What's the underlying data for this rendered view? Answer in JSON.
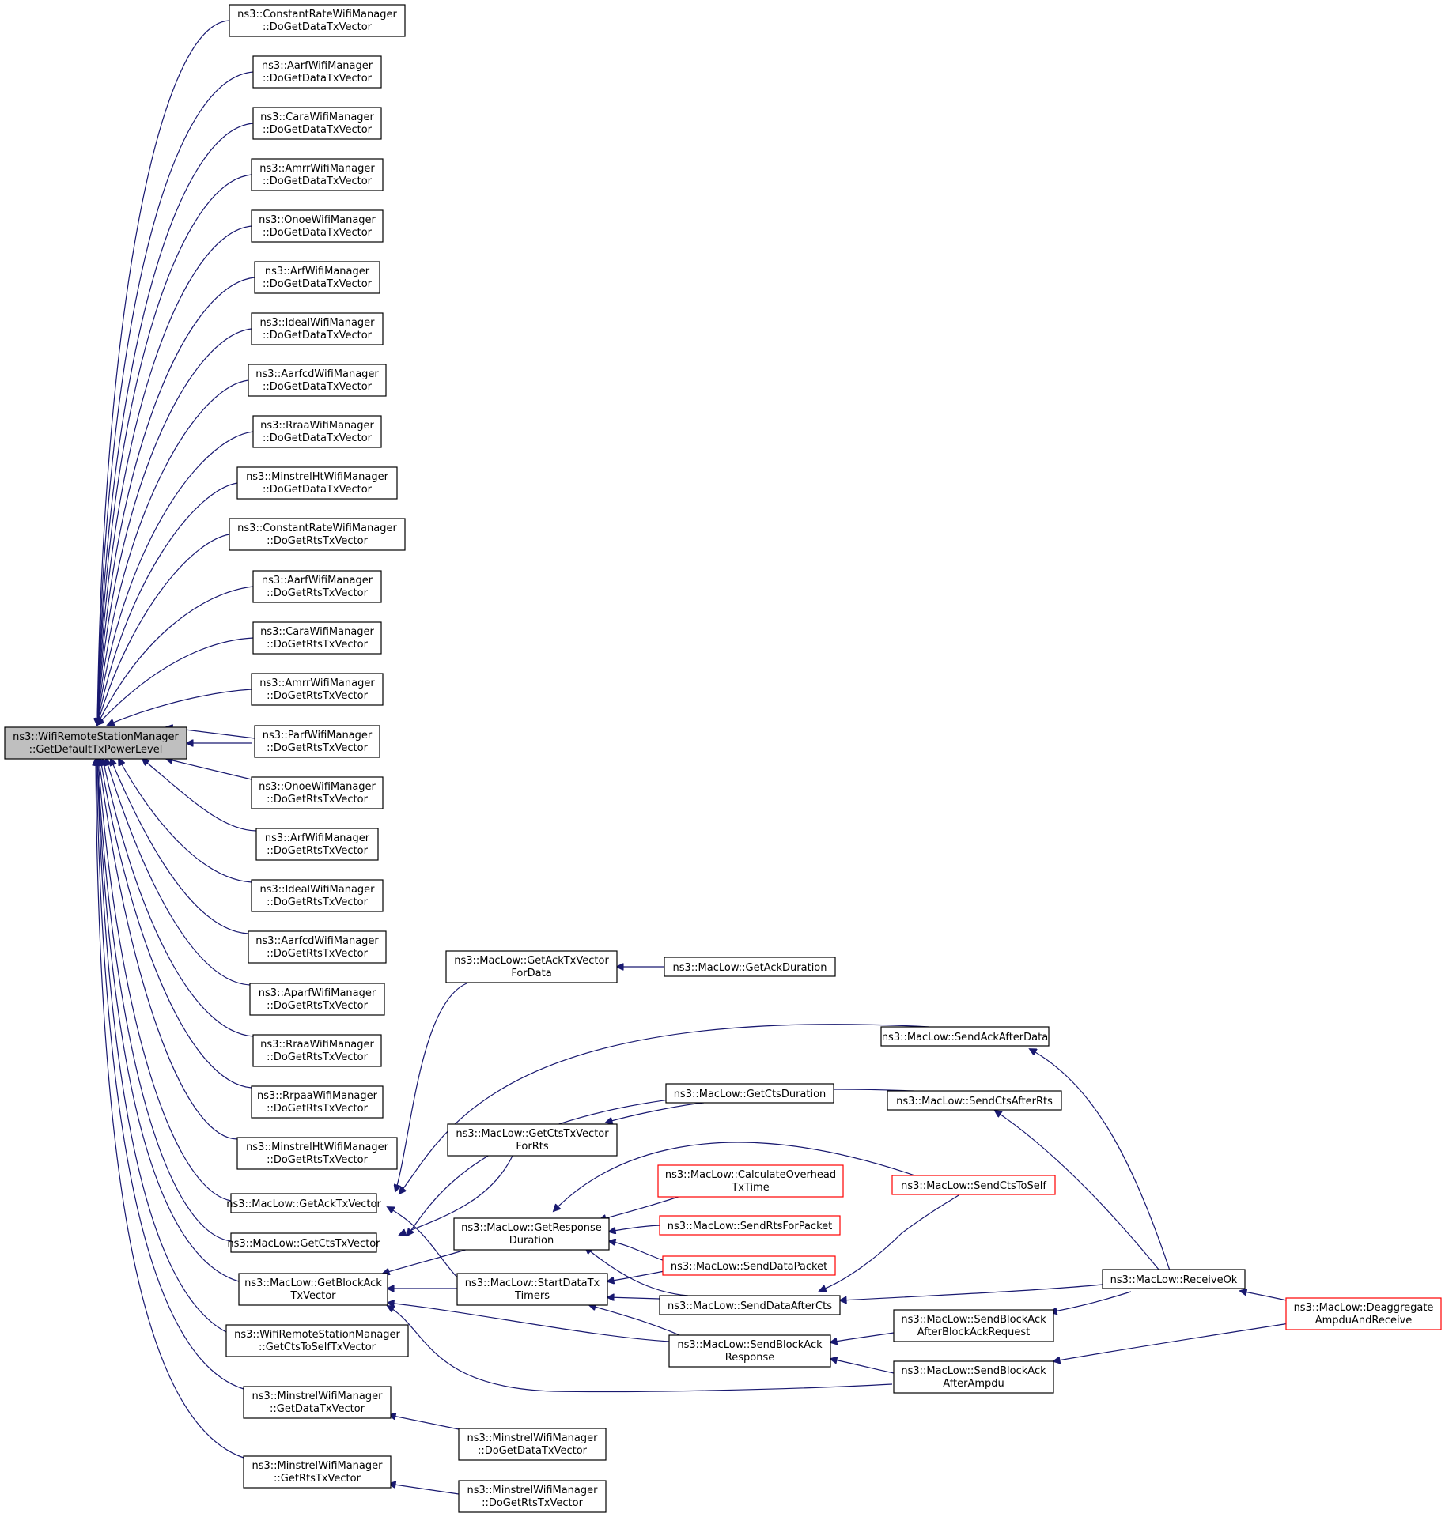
{
  "colors": {
    "edge": "#191970",
    "root_fill": "#bfbfbf",
    "red_border": "#ff0000"
  },
  "root": {
    "line1": "ns3::WifiRemoteStationManager",
    "line2": "::GetDefaultTxPowerLevel"
  },
  "callers": [
    {
      "line1": "ns3::ConstantRateWifiManager",
      "line2": "::DoGetDataTxVector"
    },
    {
      "line1": "ns3::AarfWifiManager",
      "line2": "::DoGetDataTxVector"
    },
    {
      "line1": "ns3::CaraWifiManager",
      "line2": "::DoGetDataTxVector"
    },
    {
      "line1": "ns3::AmrrWifiManager",
      "line2": "::DoGetDataTxVector"
    },
    {
      "line1": "ns3::OnoeWifiManager",
      "line2": "::DoGetDataTxVector"
    },
    {
      "line1": "ns3::ArfWifiManager",
      "line2": "::DoGetDataTxVector"
    },
    {
      "line1": "ns3::IdealWifiManager",
      "line2": "::DoGetDataTxVector"
    },
    {
      "line1": "ns3::AarfcdWifiManager",
      "line2": "::DoGetDataTxVector"
    },
    {
      "line1": "ns3::RraaWifiManager",
      "line2": "::DoGetDataTxVector"
    },
    {
      "line1": "ns3::MinstrelHtWifiManager",
      "line2": "::DoGetDataTxVector"
    },
    {
      "line1": "ns3::ConstantRateWifiManager",
      "line2": "::DoGetRtsTxVector"
    },
    {
      "line1": "ns3::AarfWifiManager",
      "line2": "::DoGetRtsTxVector"
    },
    {
      "line1": "ns3::CaraWifiManager",
      "line2": "::DoGetRtsTxVector"
    },
    {
      "line1": "ns3::AmrrWifiManager",
      "line2": "::DoGetRtsTxVector"
    },
    {
      "line1": "ns3::ParfWifiManager",
      "line2": "::DoGetRtsTxVector"
    },
    {
      "line1": "ns3::OnoeWifiManager",
      "line2": "::DoGetRtsTxVector"
    },
    {
      "line1": "ns3::ArfWifiManager",
      "line2": "::DoGetRtsTxVector"
    },
    {
      "line1": "ns3::IdealWifiManager",
      "line2": "::DoGetRtsTxVector"
    },
    {
      "line1": "ns3::AarfcdWifiManager",
      "line2": "::DoGetRtsTxVector"
    },
    {
      "line1": "ns3::AparfWifiManager",
      "line2": "::DoGetRtsTxVector"
    },
    {
      "line1": "ns3::RraaWifiManager",
      "line2": "::DoGetRtsTxVector"
    },
    {
      "line1": "ns3::RrpaaWifiManager",
      "line2": "::DoGetRtsTxVector"
    },
    {
      "line1": "ns3::MinstrelHtWifiManager",
      "line2": "::DoGetRtsTxVector"
    }
  ],
  "maclow": {
    "get_ack_tx_vector": "ns3::MacLow::GetAckTxVector",
    "get_cts_tx_vector": "ns3::MacLow::GetCtsTxVector",
    "get_block_ack": {
      "line1": "ns3::MacLow::GetBlockAck",
      "line2": "TxVector"
    },
    "get_cts_to_self": {
      "line1": "ns3::WifiRemoteStationManager",
      "line2": "::GetCtsToSelfTxVector"
    },
    "minstrel_get_data": {
      "line1": "ns3::MinstrelWifiManager",
      "line2": "::GetDataTxVector"
    },
    "minstrel_get_rts": {
      "line1": "ns3::MinstrelWifiManager",
      "line2": "::GetRtsTxVector"
    },
    "get_ack_for_data": {
      "line1": "ns3::MacLow::GetAckTxVector",
      "line2": "ForData"
    },
    "get_cts_for_rts": {
      "line1": "ns3::MacLow::GetCtsTxVector",
      "line2": "ForRts"
    },
    "get_response_duration": {
      "line1": "ns3::MacLow::GetResponse",
      "line2": "Duration"
    },
    "start_data_tx_timers": {
      "line1": "ns3::MacLow::StartDataTx",
      "line2": "Timers"
    },
    "minstrel_do_data": {
      "line1": "ns3::MinstrelWifiManager",
      "line2": "::DoGetDataTxVector"
    },
    "minstrel_do_rts": {
      "line1": "ns3::MinstrelWifiManager",
      "line2": "::DoGetRtsTxVector"
    },
    "get_ack_duration": "ns3::MacLow::GetAckDuration",
    "get_cts_duration": "ns3::MacLow::GetCtsDuration",
    "calc_overhead": {
      "line1": "ns3::MacLow::CalculateOverhead",
      "line2": "TxTime"
    },
    "send_rts_for_packet": "ns3::MacLow::SendRtsForPacket",
    "send_data_packet": "ns3::MacLow::SendDataPacket",
    "send_data_after_cts": "ns3::MacLow::SendDataAfterCts",
    "send_block_ack_response": {
      "line1": "ns3::MacLow::SendBlockAck",
      "line2": "Response"
    },
    "send_ack_after_data": "ns3::MacLow::SendAckAfterData",
    "send_cts_after_rts": "ns3::MacLow::SendCtsAfterRts",
    "send_cts_to_self": "ns3::MacLow::SendCtsToSelf",
    "send_ba_after_bar": {
      "line1": "ns3::MacLow::SendBlockAck",
      "line2": "AfterBlockAckRequest"
    },
    "send_ba_after_ampdu": {
      "line1": "ns3::MacLow::SendBlockAck",
      "line2": "AfterAmpdu"
    },
    "receive_ok": "ns3::MacLow::ReceiveOk",
    "deaggregate": {
      "line1": "ns3::MacLow::Deaggregate",
      "line2": "AmpduAndReceive"
    }
  }
}
